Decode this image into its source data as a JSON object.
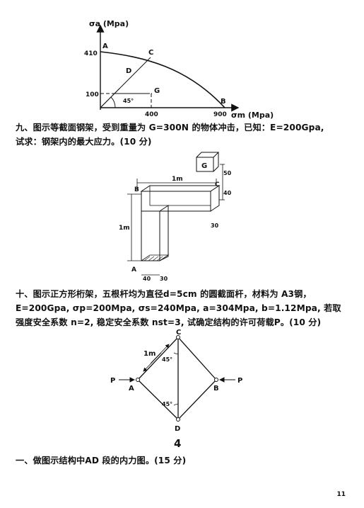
{
  "figure1": {
    "y_axis_label": "σa (Mpa)",
    "x_axis_label": "σm (Mpa)",
    "tick_410": "410",
    "tick_100": "100",
    "tick_400": "400",
    "tick_900": "900",
    "point_A": "A",
    "point_B": "B",
    "point_C": "C",
    "point_D": "D",
    "point_G": "G",
    "angle": "45°"
  },
  "q9": {
    "line1": "九、图示等截面钢架，受到重量为 G=300N 的物体冲击，已知：E=200Gpa,",
    "line2": "试求：钢架内的最大应力。(10 分)"
  },
  "figure2": {
    "block": "G",
    "dim_50": "50",
    "dim_40_right": "40",
    "dim_30_right": "30",
    "span_top": "1m",
    "span_left": "1m",
    "point_B": "B",
    "point_C": "C",
    "point_A": "A",
    "dim_40_bottom": "40",
    "dim_30_bottom": "30"
  },
  "q10": {
    "line1": "十、图示正方形桁架，五根杆均为直径d=5cm 的圆截面杆，材料为 A3钢，",
    "line2": "E=200Gpa, σp=200Mpa, σs=240Mpa, a=304Mpa, b=1.12Mpa, 若取",
    "line3": "强度安全系数 n=2, 稳定安全系数 nst=3, 试确定结构的许可荷载P。(10 分)"
  },
  "figure3": {
    "node_C": "C",
    "node_A": "A",
    "node_B": "B",
    "node_D": "D",
    "load_left": "P",
    "load_right": "P",
    "length": "1m",
    "angle_top": "45°",
    "angle_bottom": "45°"
  },
  "page_marker": "4",
  "q1": {
    "text": "一、做图示结构中AD 段的内力图。(15 分)"
  },
  "page_number": "11"
}
